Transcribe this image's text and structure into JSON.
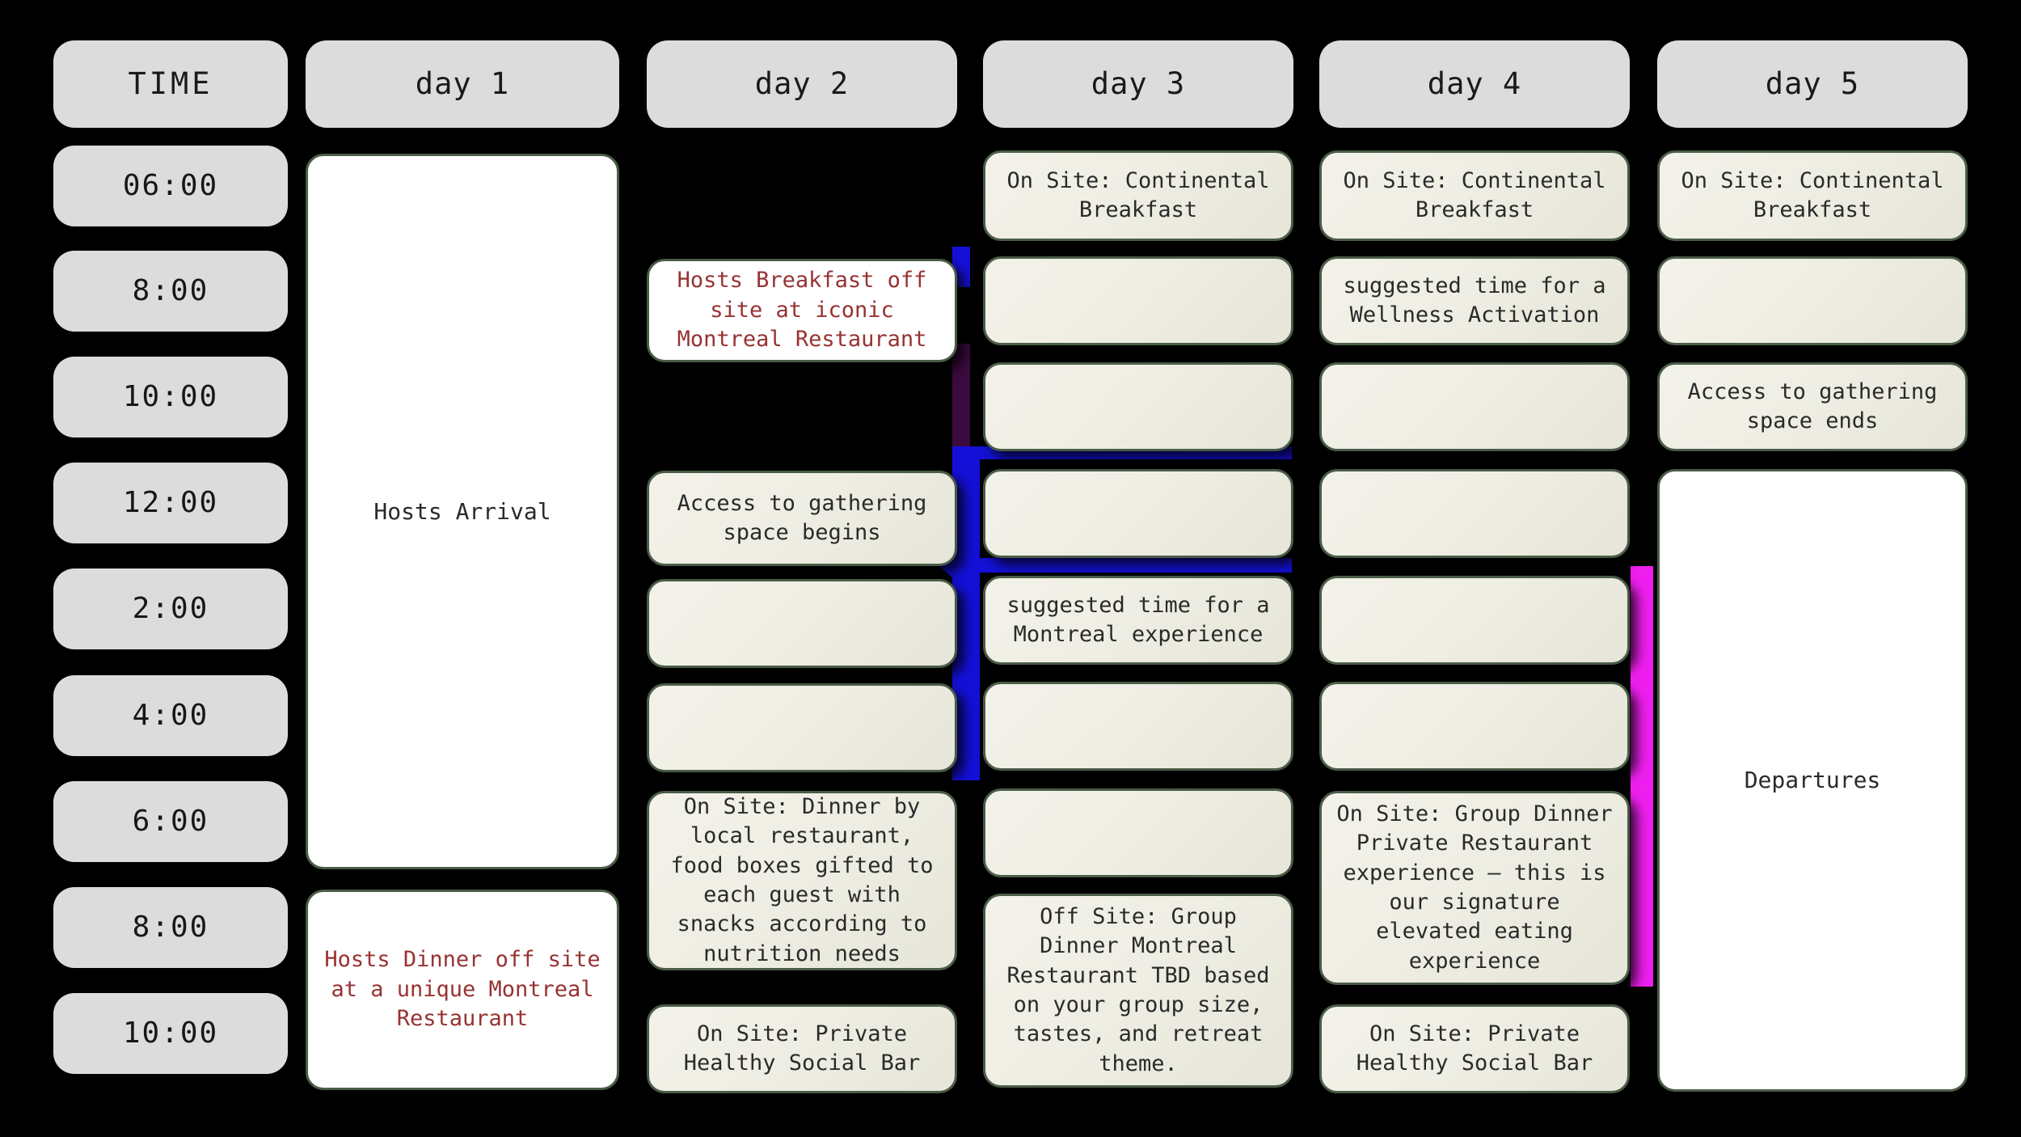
{
  "meta": {
    "background_color": "#000000",
    "header_pill_color": "#dcdcdc",
    "card_cream_color": "#efeee4",
    "card_white_color": "#ffffff",
    "card_border_color": "#4a5c46",
    "accent_blue": "#1410d8",
    "accent_purple": "#3b0a3e",
    "accent_magenta": "#ee1fee",
    "red_text_color": "#973232"
  },
  "headers": {
    "time": "TIME",
    "days": [
      "day 1",
      "day 2",
      "day 3",
      "day 4",
      "day 5"
    ]
  },
  "time_slots": [
    "06:00",
    "8:00",
    "10:00",
    "12:00",
    "2:00",
    "4:00",
    "6:00",
    "8:00",
    "10:00"
  ],
  "columns": [
    {
      "day": "day 1",
      "cards": [
        {
          "text": "Hosts Arrival",
          "style": "white"
        },
        {
          "text": "Hosts Dinner off site at a unique Montreal Restaurant",
          "style": "white-red"
        }
      ]
    },
    {
      "day": "day 2",
      "cards": [
        {
          "text": "Hosts Breakfast off site at iconic Montreal Restaurant",
          "style": "white-red"
        },
        {
          "text": "Access to gathering space begins",
          "style": "cream"
        },
        {
          "text": "",
          "style": "cream"
        },
        {
          "text": "",
          "style": "cream"
        },
        {
          "text": "On Site: Dinner by local restaurant, food boxes gifted to each guest with snacks according to nutrition needs",
          "style": "cream"
        },
        {
          "text": "On Site: Private Healthy Social Bar",
          "style": "cream"
        }
      ]
    },
    {
      "day": "day 3",
      "cards": [
        {
          "text": "On Site: Continental Breakfast",
          "style": "cream"
        },
        {
          "text": "",
          "style": "cream"
        },
        {
          "text": "",
          "style": "cream"
        },
        {
          "text": "",
          "style": "cream"
        },
        {
          "text": "suggested time for a Montreal experience",
          "style": "cream"
        },
        {
          "text": "",
          "style": "cream"
        },
        {
          "text": "",
          "style": "cream"
        },
        {
          "text": "Off Site: Group Dinner Montreal Restaurant TBD based on your group size, tastes, and retreat theme.",
          "style": "cream"
        }
      ]
    },
    {
      "day": "day 4",
      "cards": [
        {
          "text": "On Site: Continental Breakfast",
          "style": "cream"
        },
        {
          "text": "suggested time for a Wellness Activation",
          "style": "cream"
        },
        {
          "text": "",
          "style": "cream"
        },
        {
          "text": "",
          "style": "cream"
        },
        {
          "text": "",
          "style": "cream"
        },
        {
          "text": "",
          "style": "cream"
        },
        {
          "text": "On Site: Group Dinner Private Restaurant experience – this is our signature elevated eating experience",
          "style": "cream"
        },
        {
          "text": "On Site: Private Healthy Social Bar",
          "style": "cream"
        }
      ]
    },
    {
      "day": "day 5",
      "cards": [
        {
          "text": "On Site: Continental Breakfast",
          "style": "cream"
        },
        {
          "text": "",
          "style": "cream"
        },
        {
          "text": "Access to gathering space ends",
          "style": "cream"
        },
        {
          "text": "Departures",
          "style": "white"
        }
      ]
    }
  ],
  "connectors": [
    {
      "name": "blue-vertical-day2-day3",
      "color": "#1410d8"
    },
    {
      "name": "purple-vertical-day2-day3",
      "color": "#3b0a3e"
    },
    {
      "name": "magenta-vertical-day4-day5",
      "color": "#ee1fee"
    }
  ]
}
